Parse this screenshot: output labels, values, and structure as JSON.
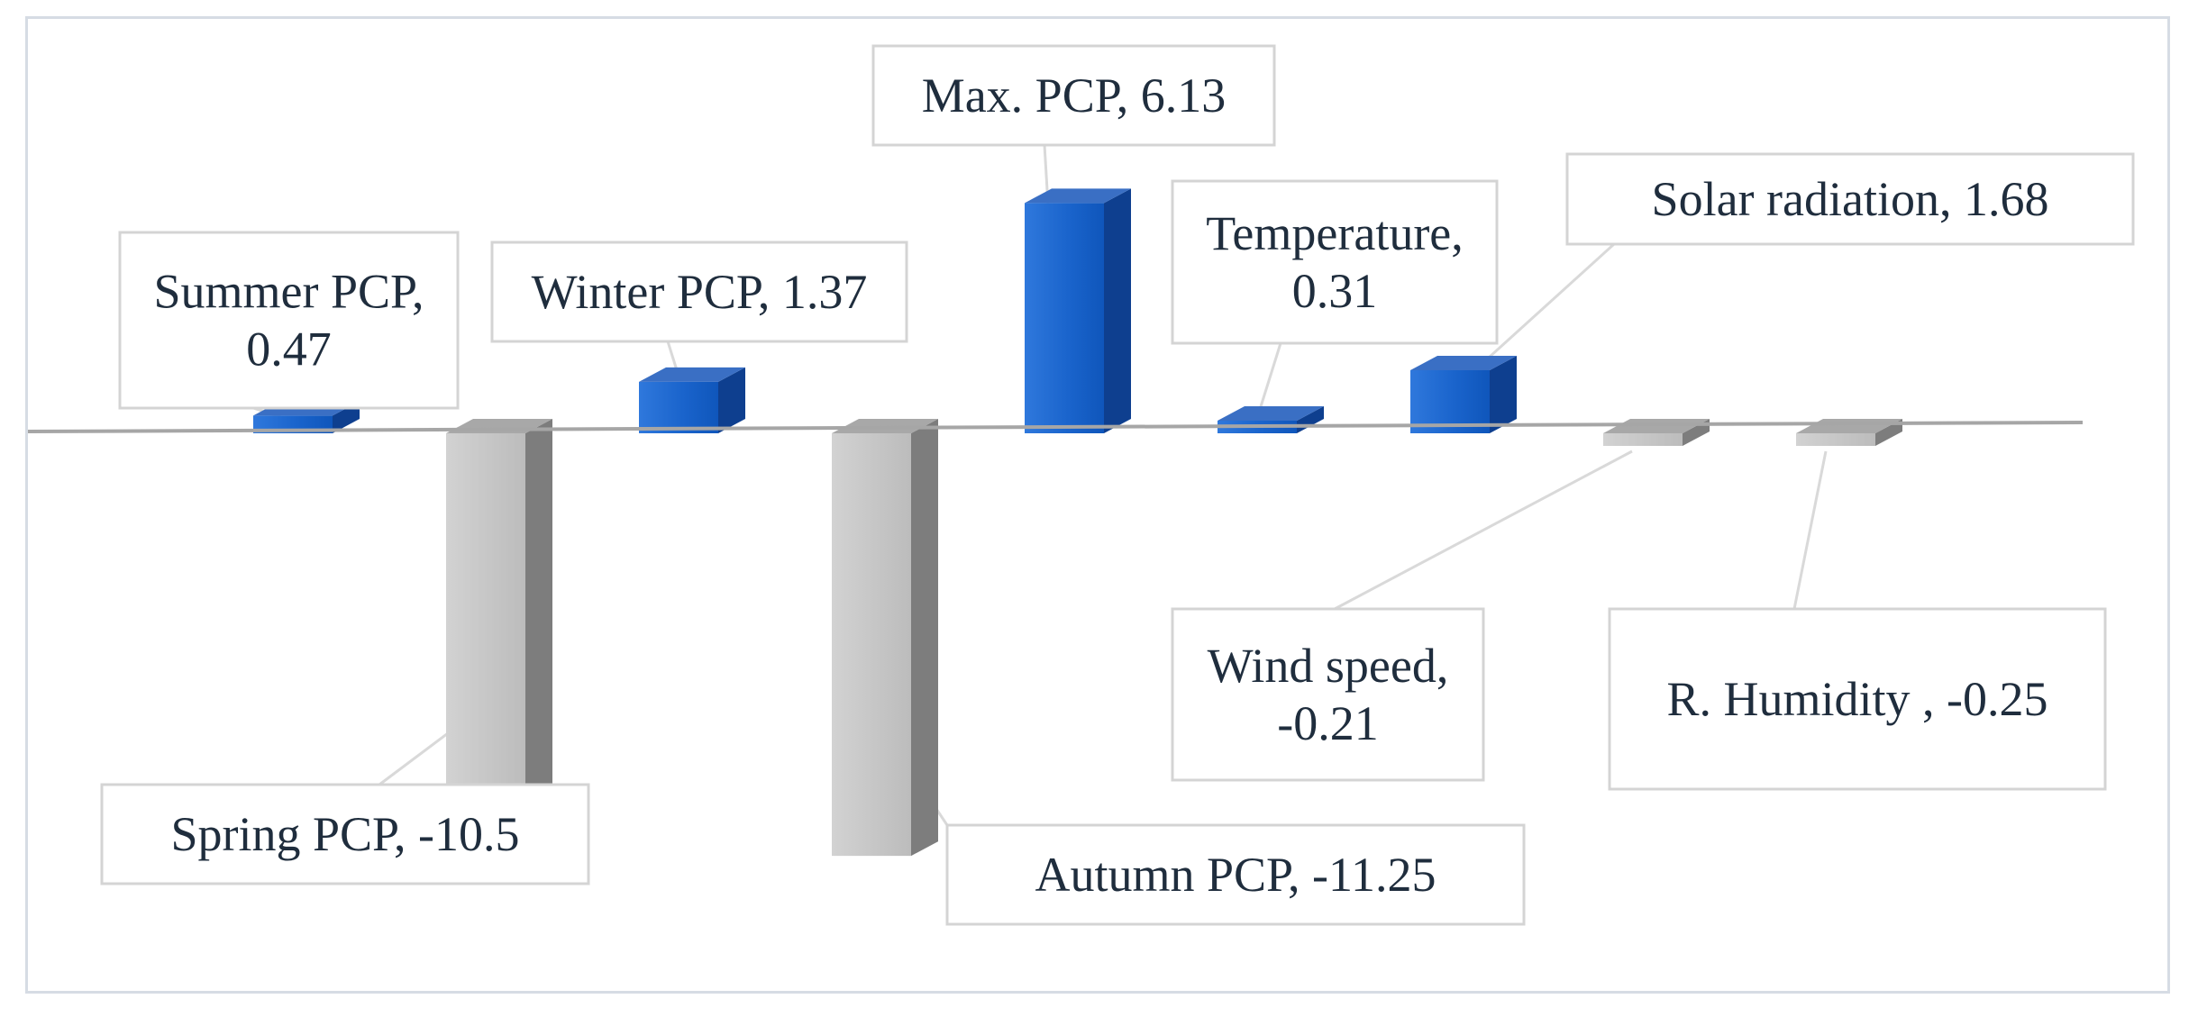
{
  "chart_data": {
    "type": "bar",
    "categories": [
      "Summer PCP",
      "Spring PCP",
      "Winter PCP",
      "Autumn PCP",
      "Max. PCP",
      "Temperature",
      "Solar radiation",
      "Wind speed",
      "R. Humidity "
    ],
    "values": [
      0.47,
      -10.5,
      1.37,
      -11.25,
      6.13,
      0.31,
      1.68,
      -0.21,
      -0.25
    ],
    "data_labels": [
      [
        "Summer PCP,",
        "0.47"
      ],
      [
        "Spring PCP, -10.5"
      ],
      [
        "Winter PCP, 1.37"
      ],
      [
        "Autumn PCP, -11.25"
      ],
      [
        "Max. PCP, 6.13"
      ],
      [
        "Temperature,",
        "0.31"
      ],
      [
        "Solar radiation, 1.68"
      ],
      [
        "Wind speed,",
        "-0.21"
      ],
      [
        "R. Humidity , -0.25"
      ]
    ],
    "title": "",
    "xlabel": "",
    "ylabel": "",
    "ylim": [
      -12,
      7
    ],
    "grid": false,
    "legend": "none",
    "bar_style": "3d-column",
    "colors": {
      "positive_front": "#1f6fd6",
      "positive_top": "#3a6fc4",
      "positive_side": "#0e3f8f",
      "negative_front": "#c8c8c8",
      "negative_top": "#a8a8a8",
      "negative_side": "#7d7d7d",
      "axis": "#a6a6a6",
      "label_border": "#d4d4d4",
      "label_text": "#1f2d3d",
      "frame": "#d6dce4"
    }
  }
}
